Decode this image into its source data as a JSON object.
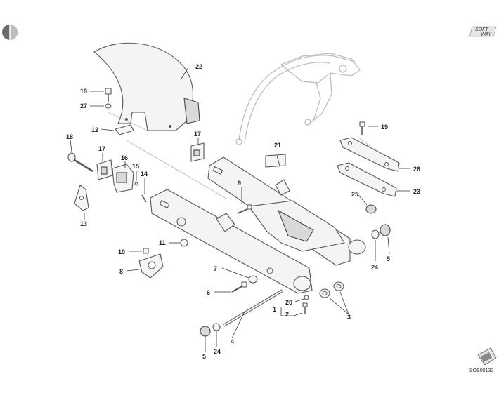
{
  "diagram": {
    "callouts": [
      "1",
      "2",
      "3",
      "4",
      "5",
      "5",
      "6",
      "7",
      "8",
      "9",
      "10",
      "11",
      "12",
      "13",
      "14",
      "15",
      "16",
      "17",
      "17",
      "18",
      "19",
      "19",
      "20",
      "21",
      "22",
      "23",
      "24",
      "24",
      "25",
      "26",
      "27"
    ],
    "drawing_code": "SOS00132",
    "logo_text": [
      "SOFT",
      "WAY"
    ]
  },
  "colors": {
    "line": "#555555",
    "ghost": "#b9b9b9",
    "text": "#222222"
  },
  "icons": {
    "section_marker": "half-disc-icon",
    "file_tab": "folder-tab-icon",
    "logo": "softway-logo-icon"
  }
}
